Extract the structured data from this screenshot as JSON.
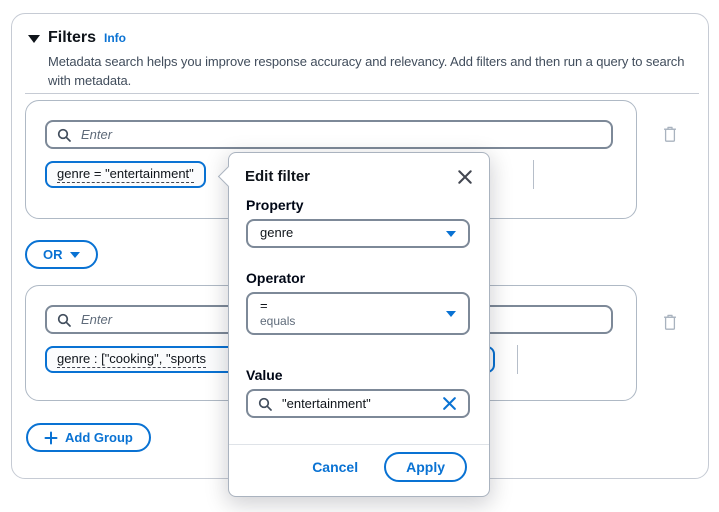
{
  "filters_section": {
    "title": "Filters",
    "info_link": "Info",
    "description": "Metadata search helps you improve response accuracy and relevancy. Add filters and then run a query to search with metadata."
  },
  "groups": [
    {
      "search_placeholder": "Enter",
      "token_label": "genre = \"entertainment\""
    },
    {
      "search_placeholder": "Enter",
      "token_label": "genre : [\"cooking\", \"sports"
    }
  ],
  "or_button_label": "OR",
  "add_group_label": "Add Group",
  "edit_filter_popover": {
    "title": "Edit filter",
    "property_label": "Property",
    "property_value": "genre",
    "operator_label": "Operator",
    "operator_value": "=",
    "operator_description": "equals",
    "value_label": "Value",
    "value_text": "\"entertainment\"",
    "cancel_label": "Cancel",
    "apply_label": "Apply"
  },
  "icons": {
    "collapse": "caret-down",
    "search": "magnifier",
    "delete": "trash",
    "close": "x",
    "clear": "x",
    "dropdown": "caret-down",
    "add": "plus"
  },
  "colors": {
    "accent_blue": "#0972d3",
    "input_border": "#7d8998",
    "text_dark": "#0f141a",
    "text_secondary": "#414d5c",
    "disabled_icon": "#a9b3bf"
  }
}
